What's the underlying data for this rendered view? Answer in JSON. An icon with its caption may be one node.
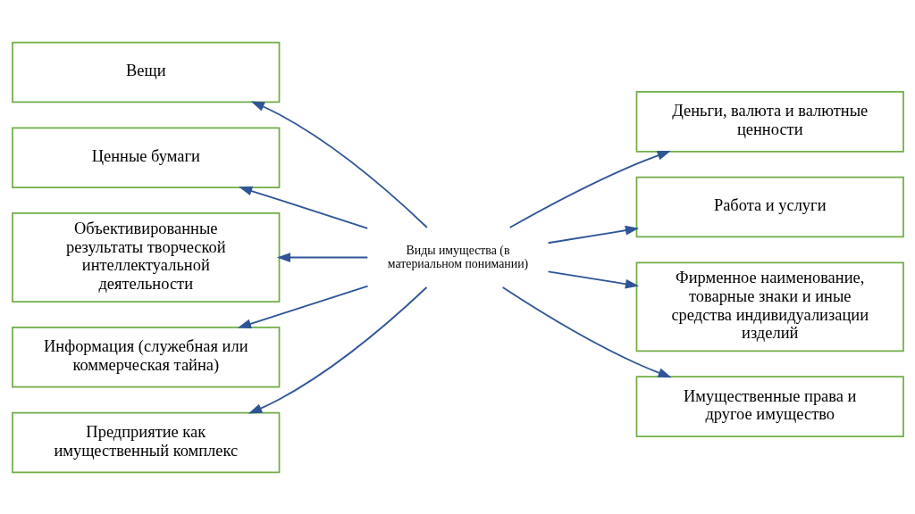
{
  "diagram": {
    "nodes": [
      {
        "text": [
          "Виды имущества (в материальном понимании)"
        ]
      },
      {
        "text": [
          "Вещи"
        ]
      },
      {
        "text": [
          "Деньги, валюта и валютные ценности"
        ]
      },
      {
        "text": [
          "Ценные бумаги"
        ]
      },
      {
        "text": [
          "Работа и услуги"
        ]
      },
      {
        "text": [
          "Объективированные результаты творческой интеллектуальной деятельности"
        ]
      },
      {
        "text": [
          "Фирменное наименование, товарные знаки и иные средства индивидуализации изделий"
        ]
      },
      {
        "text": [
          "Информация (служебная или коммерческая тайна)"
        ]
      },
      {
        "text": [
          "Имущественные права и другое имущество"
        ]
      },
      {
        "text": [
          "Предприятие как имущественный комплекс"
        ]
      }
    ],
    "edges": [
      {
        "from": 0,
        "to": 1,
        "arrow": "to"
      },
      {
        "from": 0,
        "to": 2,
        "arrow": "to"
      },
      {
        "from": 0,
        "to": 3,
        "arrow": "to"
      },
      {
        "from": 0,
        "to": 4,
        "arrow": "to"
      },
      {
        "from": 0,
        "to": 5,
        "arrow": "to"
      },
      {
        "from": 0,
        "to": 6,
        "arrow": "to"
      },
      {
        "from": 0,
        "to": 7,
        "arrow": "to"
      },
      {
        "from": 0,
        "to": 8,
        "arrow": "to"
      },
      {
        "from": 0,
        "to": 9,
        "arrow": "to"
      }
    ]
  }
}
